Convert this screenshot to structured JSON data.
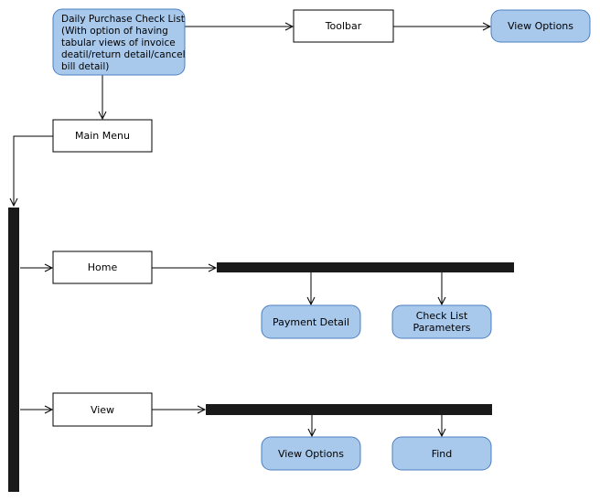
{
  "nodes": {
    "checklist": {
      "lines": [
        "Daily Purchase Check List",
        "(With option of having",
        "tabular views of invoice",
        "deatil/return detail/cancel",
        "bill detail)"
      ]
    },
    "toolbar": {
      "label": "Toolbar"
    },
    "view_options_top": {
      "label": "View Options"
    },
    "main_menu": {
      "label": "Main Menu"
    },
    "home": {
      "label": "Home"
    },
    "payment_detail": {
      "label": "Payment Detail"
    },
    "check_list_parameters": {
      "lines": [
        "Check List",
        "Parameters"
      ]
    },
    "view": {
      "label": "View"
    },
    "view_options_bottom": {
      "label": "View Options"
    },
    "find": {
      "label": "Find"
    }
  },
  "colors": {
    "rounded_fill": "#a9c9ec",
    "rounded_stroke": "#4a7fbf",
    "box_stroke": "#000000",
    "bar_fill": "#1a1a1a",
    "line": "#000000"
  }
}
